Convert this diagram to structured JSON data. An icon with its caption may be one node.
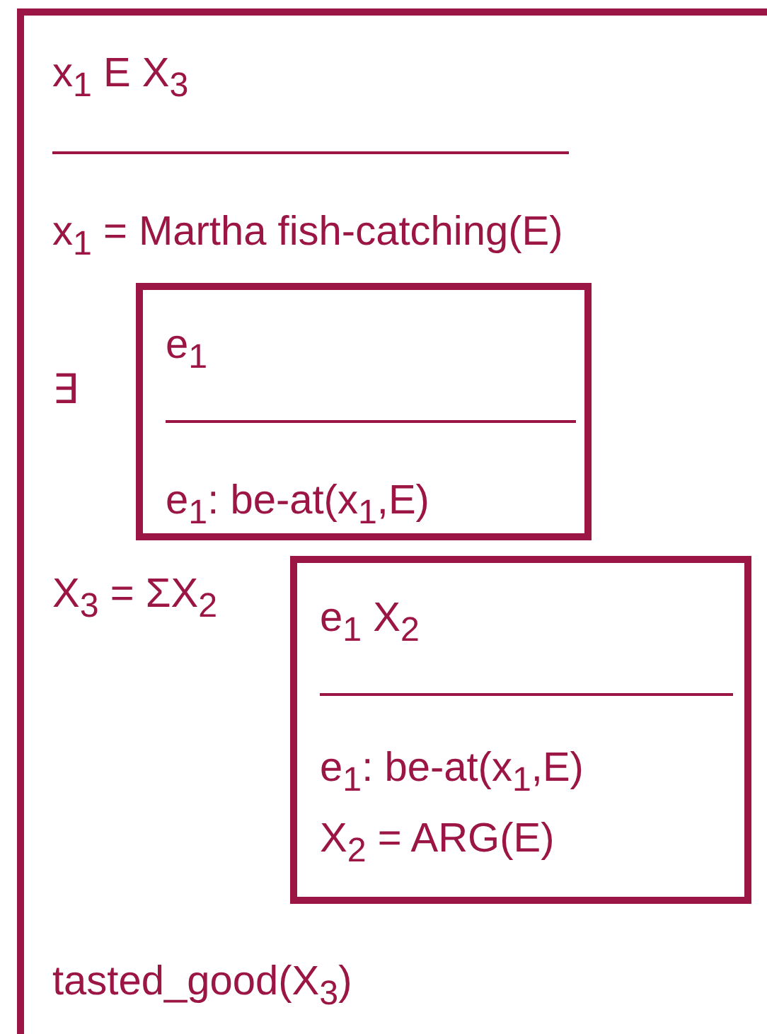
{
  "diagram": {
    "nodes": [
      {
        "text": [
          "x$_{1}$ E X$_{3}$",
          "x$_{1}$ = Martha fish-catching(E)",
          "∃",
          "X$_{3}$ = ΣX$_{2}$",
          "tasted_good(X$_{3}$)"
        ]
      },
      {
        "text": [
          "e$_{1}$",
          "e$_{1}$: be-at(x$_{1}$,E)"
        ],
        "in": 0
      },
      {
        "text": [
          "e$_{1}$ X$_{2}$",
          "e$_{1}$: be-at(x$_{1}$,E)",
          "X$_{2}$ = ARG(E)"
        ],
        "in": 0
      }
    ],
    "edges": []
  }
}
